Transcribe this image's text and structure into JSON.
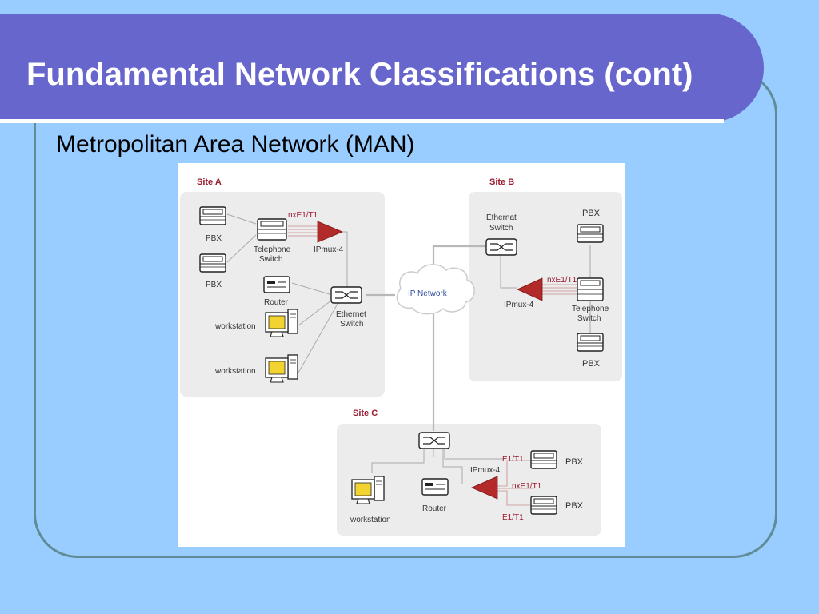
{
  "slide": {
    "title": "Fundamental Network Classifications (cont)",
    "subtitle": "Metropolitan Area Network (MAN)"
  },
  "diagram": {
    "site_a": {
      "label": "Site A",
      "pbx_1": "PBX",
      "pbx_2": "PBX",
      "telephone_switch_l1": "Telephone",
      "telephone_switch_l2": "Switch",
      "link": "nxE1/T1",
      "ipmux": "IPmux-4",
      "router": "Router",
      "ethernet_switch_l1": "Ethernet",
      "ethernet_switch_l2": "Switch",
      "workstation_1": "workstation",
      "workstation_2": "workstation"
    },
    "ip_network": "IP Network",
    "site_b": {
      "label": "Site B",
      "ethernet_switch_l1": "Ethernat",
      "ethernet_switch_l2": "Switch",
      "pbx_1": "PBX",
      "link": "nxE1/T1",
      "ipmux": "IPmux-4",
      "telephone_switch_l1": "Telephone",
      "telephone_switch_l2": "Switch",
      "pbx_2": "PBX"
    },
    "site_c": {
      "label": "Site C",
      "link_1": "E1/T1",
      "ipmux": "IPmux-4",
      "link_2": "nxE1/T1",
      "link_3": "E1/T1",
      "pbx_1": "PBX",
      "pbx_2": "PBX",
      "router": "Router",
      "workstation": "workstation"
    }
  },
  "colors": {
    "background": "#99ccff",
    "title_bar": "#6666cc",
    "frame": "#5f8c96",
    "site_panel": "#ececec",
    "site_label": "#9b1b30",
    "ipmux": "#b22a2a",
    "monitor_screen": "#f2d330"
  }
}
